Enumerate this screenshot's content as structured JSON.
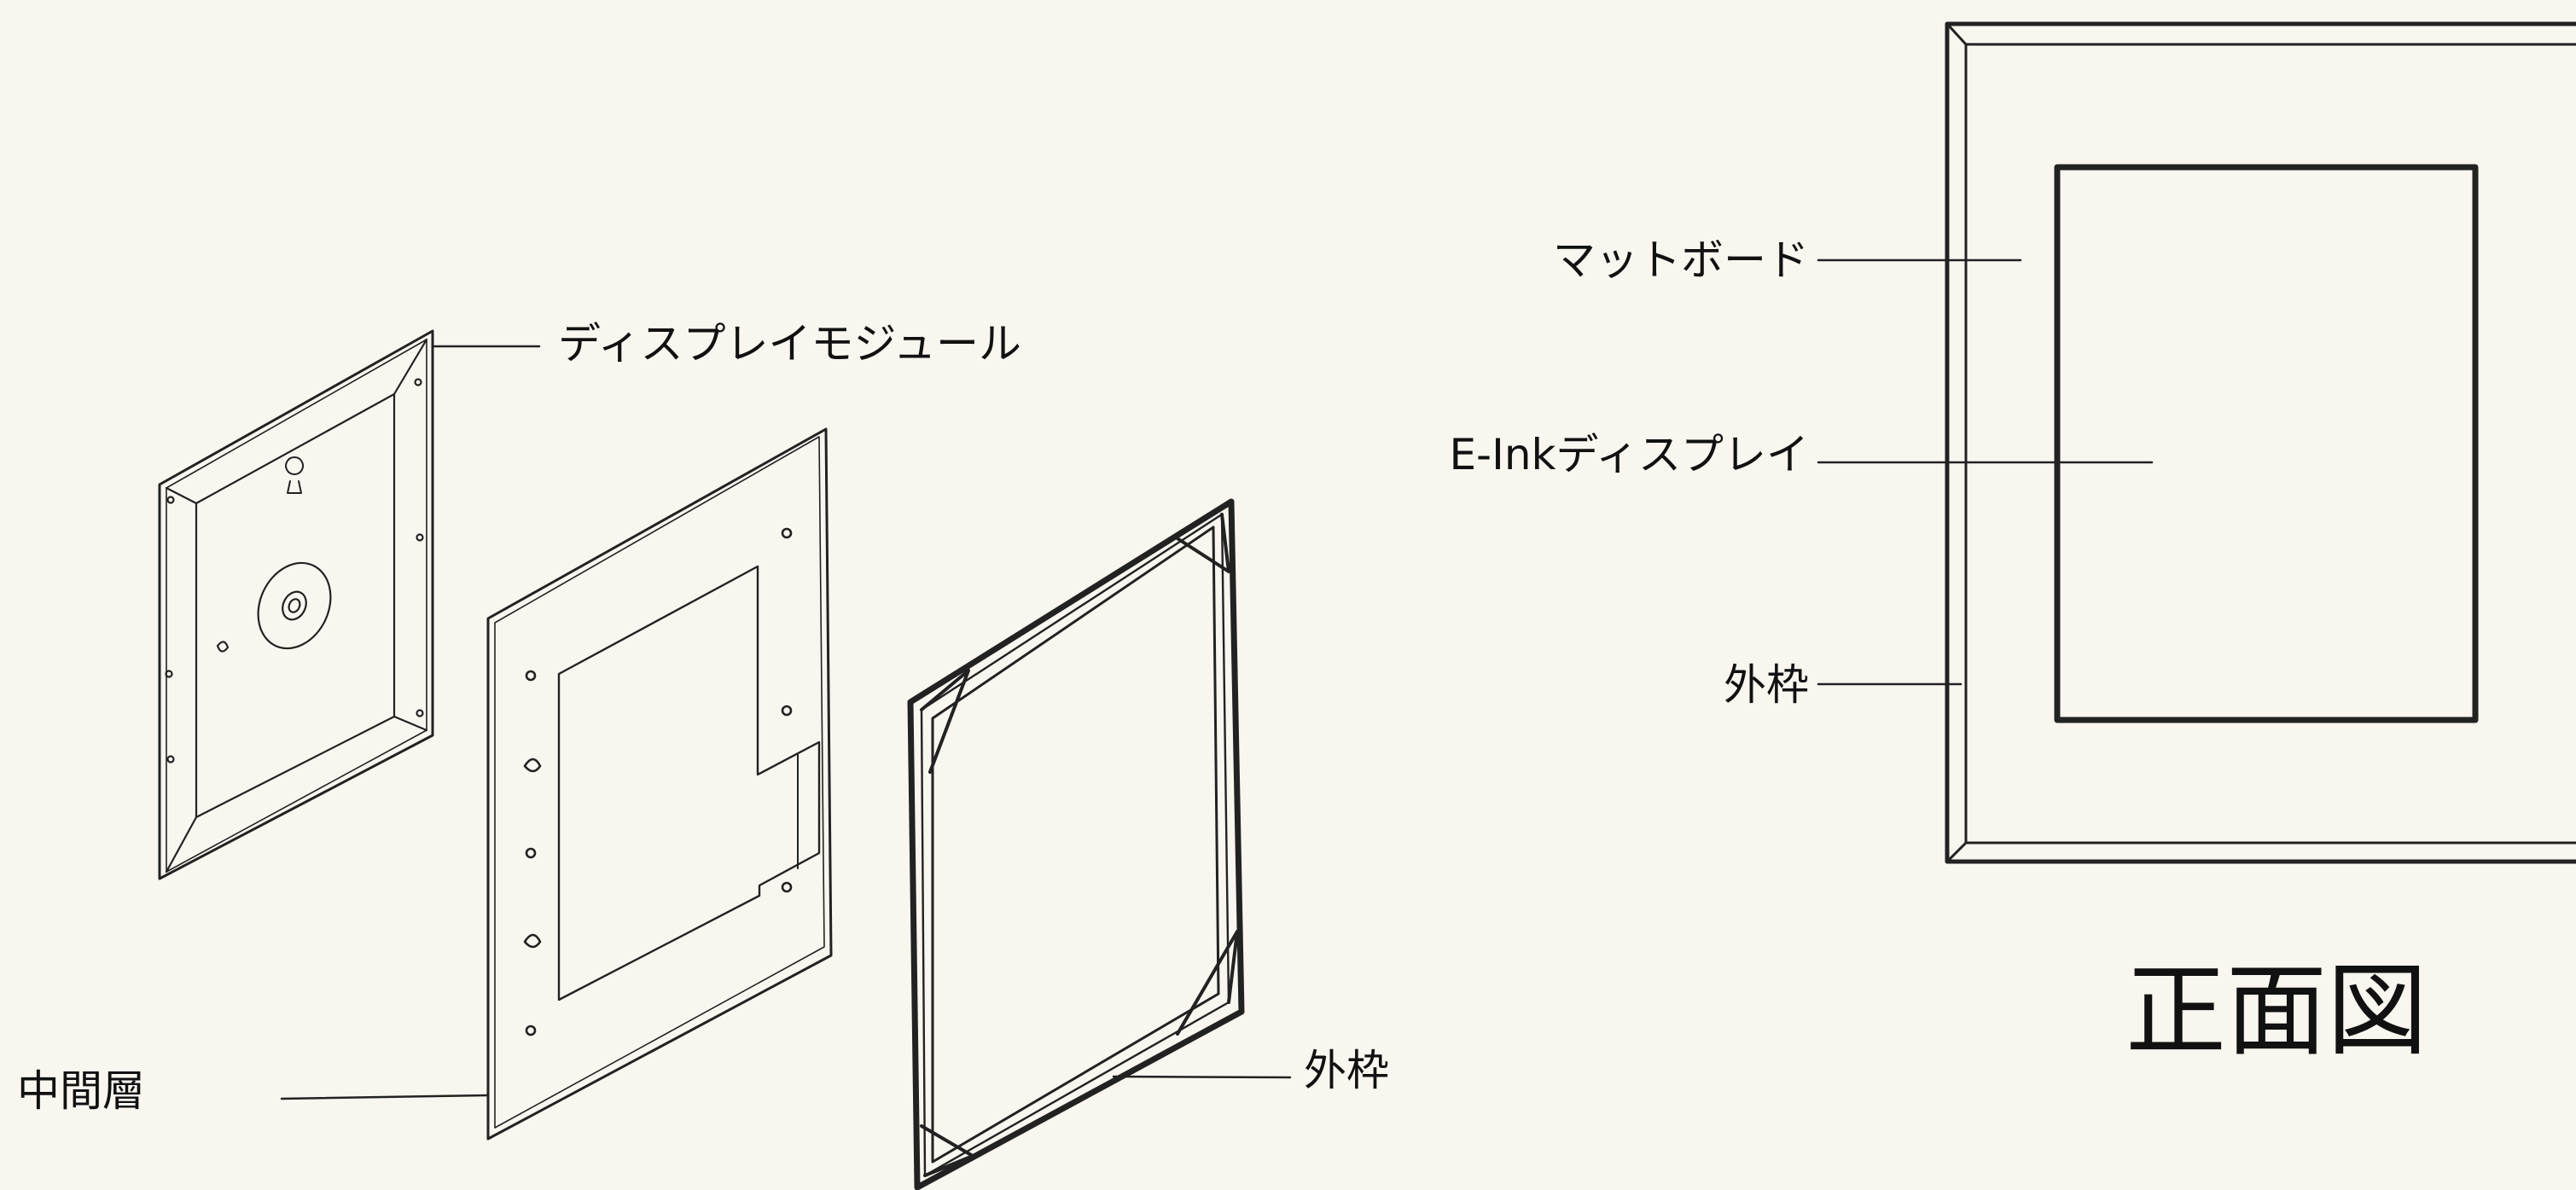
{
  "colors": {
    "background": "#f8f6ef",
    "line": "#222222"
  },
  "exploded_view": {
    "display_module_label": "ディスプレイモジュール",
    "middle_layer_label": "中間層",
    "outer_frame_label": "外枠"
  },
  "front_view": {
    "mat_board_label": "マットボード",
    "eink_display_label": "E-Inkディスプレイ",
    "outer_frame_label": "外枠",
    "title": "正面図"
  }
}
